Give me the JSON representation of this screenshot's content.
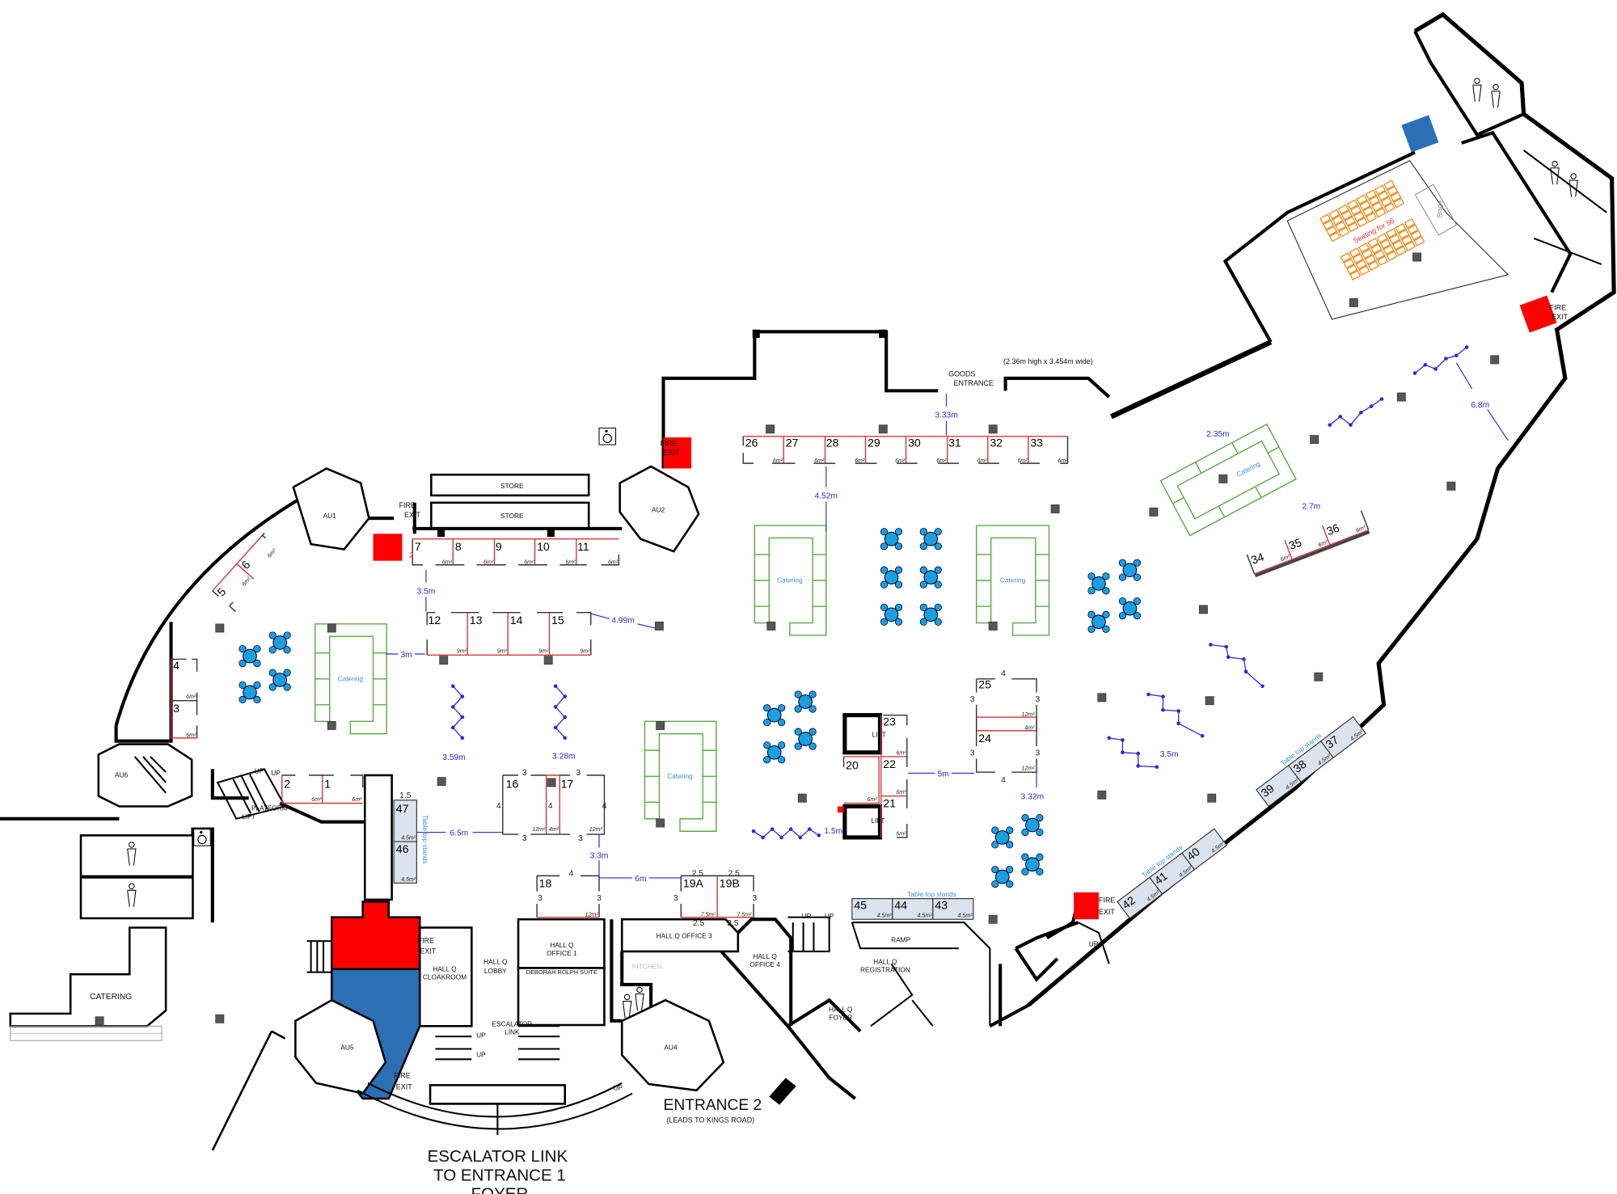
{
  "rooms": {
    "au1": "AU1",
    "au2": "AU2",
    "au4": "AU4",
    "au5": "AU5",
    "au6": "AU6",
    "store_upper": "STORE",
    "store_lower": "STORE",
    "catering_room": "CATERING",
    "cloakroom": [
      "HALL Q",
      "CLOAKROOM"
    ],
    "lobby": [
      "HALL Q",
      "LOBBY"
    ],
    "office1": [
      "HALL Q",
      "OFFICE 1"
    ],
    "deborah": "DEBORAH ROLPH SUITE",
    "office3": "HALL Q OFFICE 3",
    "office4": [
      "HALL Q",
      "OFFICE 4"
    ],
    "kitchen": "KITCHEN",
    "registration": [
      "HALL Q",
      "REGISTRATION"
    ],
    "foyer": [
      "HALL Q",
      "FOYER"
    ],
    "ramp": "RAMP",
    "escalator_link": [
      "ESCALATOR",
      "LINK"
    ],
    "lift_upper": "LIFT",
    "lift_lower": "LIFT",
    "platform_lift": [
      "PLATFORM",
      "LIFT"
    ],
    "stage": "Stage"
  },
  "entrances": {
    "goods": [
      "GOODS",
      "ENTRANCE"
    ],
    "goods_size": "(2.36m high x 3.454m wide)",
    "entrance2": "ENTRANCE 2",
    "entrance2_note": "(LEADS TO KINGS ROAD)",
    "escalator_link_entrance1": [
      "ESCALATOR LINK",
      "TO ENTRANCE 1",
      "FOYER"
    ]
  },
  "fire_exit": [
    "FIRE",
    "EXIT"
  ],
  "up_label": "UP",
  "catering_label": "Catering",
  "seating_label": "Seating for 56",
  "table_top_label": "Table top stands",
  "stands": {
    "s1": {
      "label": "1",
      "area": "6m²"
    },
    "s2": {
      "label": "2",
      "area": "6m²"
    },
    "s3": {
      "label": "3",
      "area": "6m²"
    },
    "s4": {
      "label": "4",
      "area": "6m²"
    },
    "s5": {
      "label": "5",
      "area": "6m²"
    },
    "s6": {
      "label": "6",
      "area": "6m²"
    },
    "s7": {
      "label": "7",
      "area": "6m²",
      "depth": "2"
    },
    "s8": {
      "label": "8",
      "area": "6m²"
    },
    "s9": {
      "label": "9",
      "area": "6m²"
    },
    "s10": {
      "label": "10",
      "area": "6m²"
    },
    "s11": {
      "label": "11",
      "area": "6m²"
    },
    "s12": {
      "label": "12",
      "area": "9m²"
    },
    "s13": {
      "label": "13",
      "area": "9m²"
    },
    "s14": {
      "label": "14",
      "area": "9m²"
    },
    "s15": {
      "label": "15",
      "area": "9m²"
    },
    "s16": {
      "label": "16",
      "area": "12m²"
    },
    "s17": {
      "label": "17",
      "area": "4m²"
    },
    "s17b": {
      "area": "12m²"
    },
    "s18": {
      "label": "18",
      "area": "12m²"
    },
    "s19a": {
      "label": "19A",
      "area": "7.5m²"
    },
    "s19b": {
      "label": "19B",
      "area": "7.5m²"
    },
    "s20": {
      "label": "20",
      "area": "6m²"
    },
    "s21": {
      "label": "21",
      "area": "6m²"
    },
    "s22": {
      "label": "22",
      "area": "6m²"
    },
    "s23": {
      "label": "23",
      "area": "6m²"
    },
    "s24": {
      "label": "24",
      "area": "12m²"
    },
    "s24b": {
      "area": "4m²"
    },
    "s25": {
      "label": "25",
      "area": "12m²"
    },
    "s26": {
      "label": "26",
      "area": "6m²"
    },
    "s27": {
      "label": "27",
      "area": "6m²"
    },
    "s28": {
      "label": "28",
      "area": "6m²"
    },
    "s29": {
      "label": "29",
      "area": "6m²"
    },
    "s30": {
      "label": "30",
      "area": "6m²"
    },
    "s31": {
      "label": "31",
      "area": "6m²"
    },
    "s32": {
      "label": "32",
      "area": "6m²"
    },
    "s33": {
      "label": "33",
      "area": "6m²"
    },
    "s34": {
      "label": "34",
      "area": "6m²"
    },
    "s35": {
      "label": "35",
      "area": "6m²"
    },
    "s36": {
      "label": "36",
      "area": "6m²"
    },
    "s37": {
      "label": "37",
      "area": "4.5m²"
    },
    "s38": {
      "label": "38",
      "area": "4.5m²"
    },
    "s39": {
      "label": "39",
      "area": "4.5m²"
    },
    "s40": {
      "label": "40",
      "area": "4.5m²"
    },
    "s41": {
      "label": "41",
      "area": "4.5m²"
    },
    "s42": {
      "label": "42",
      "area": "4.5m²"
    },
    "s43": {
      "label": "43",
      "area": "4.5m²"
    },
    "s44": {
      "label": "44",
      "area": "4.5m²"
    },
    "s45": {
      "label": "45",
      "area": "4.5m²"
    },
    "s46": {
      "label": "46",
      "area": "4.5m²"
    },
    "s47": {
      "label": "47",
      "area": "4.5m²",
      "depth": "1.5"
    }
  },
  "stand_dims": {
    "three": "3",
    "four": "4",
    "two_five": "2.5"
  },
  "dimensions": {
    "goods_gap": "3.33m",
    "row26_gap": "4.52m",
    "row7_gap": "3.5m",
    "row12_right": "4.99m",
    "catering_gap": "3m",
    "left_zig": "3.59m",
    "mid_zig": "3.28m",
    "stand47_gap": "6.5m",
    "stand18_gap": "3.3m",
    "stand19_gap": "6m",
    "stand22_gap": "5m",
    "stand24_gap": "3.32m",
    "lift_zig": "1.5m",
    "catering_right_a": "2.35m",
    "catering_right_b": "2.7m",
    "right_zig": "6.8m",
    "lower_zig": "3.5m"
  },
  "colors": {
    "fire_exit": "#ff0000",
    "assembly": "#2c6fb5",
    "catering": "#5aaa45",
    "dimension": "#2a2ad6",
    "stand_border": "#d23a3a",
    "seating": "#f08a1a",
    "table": "#1aa0dc"
  }
}
